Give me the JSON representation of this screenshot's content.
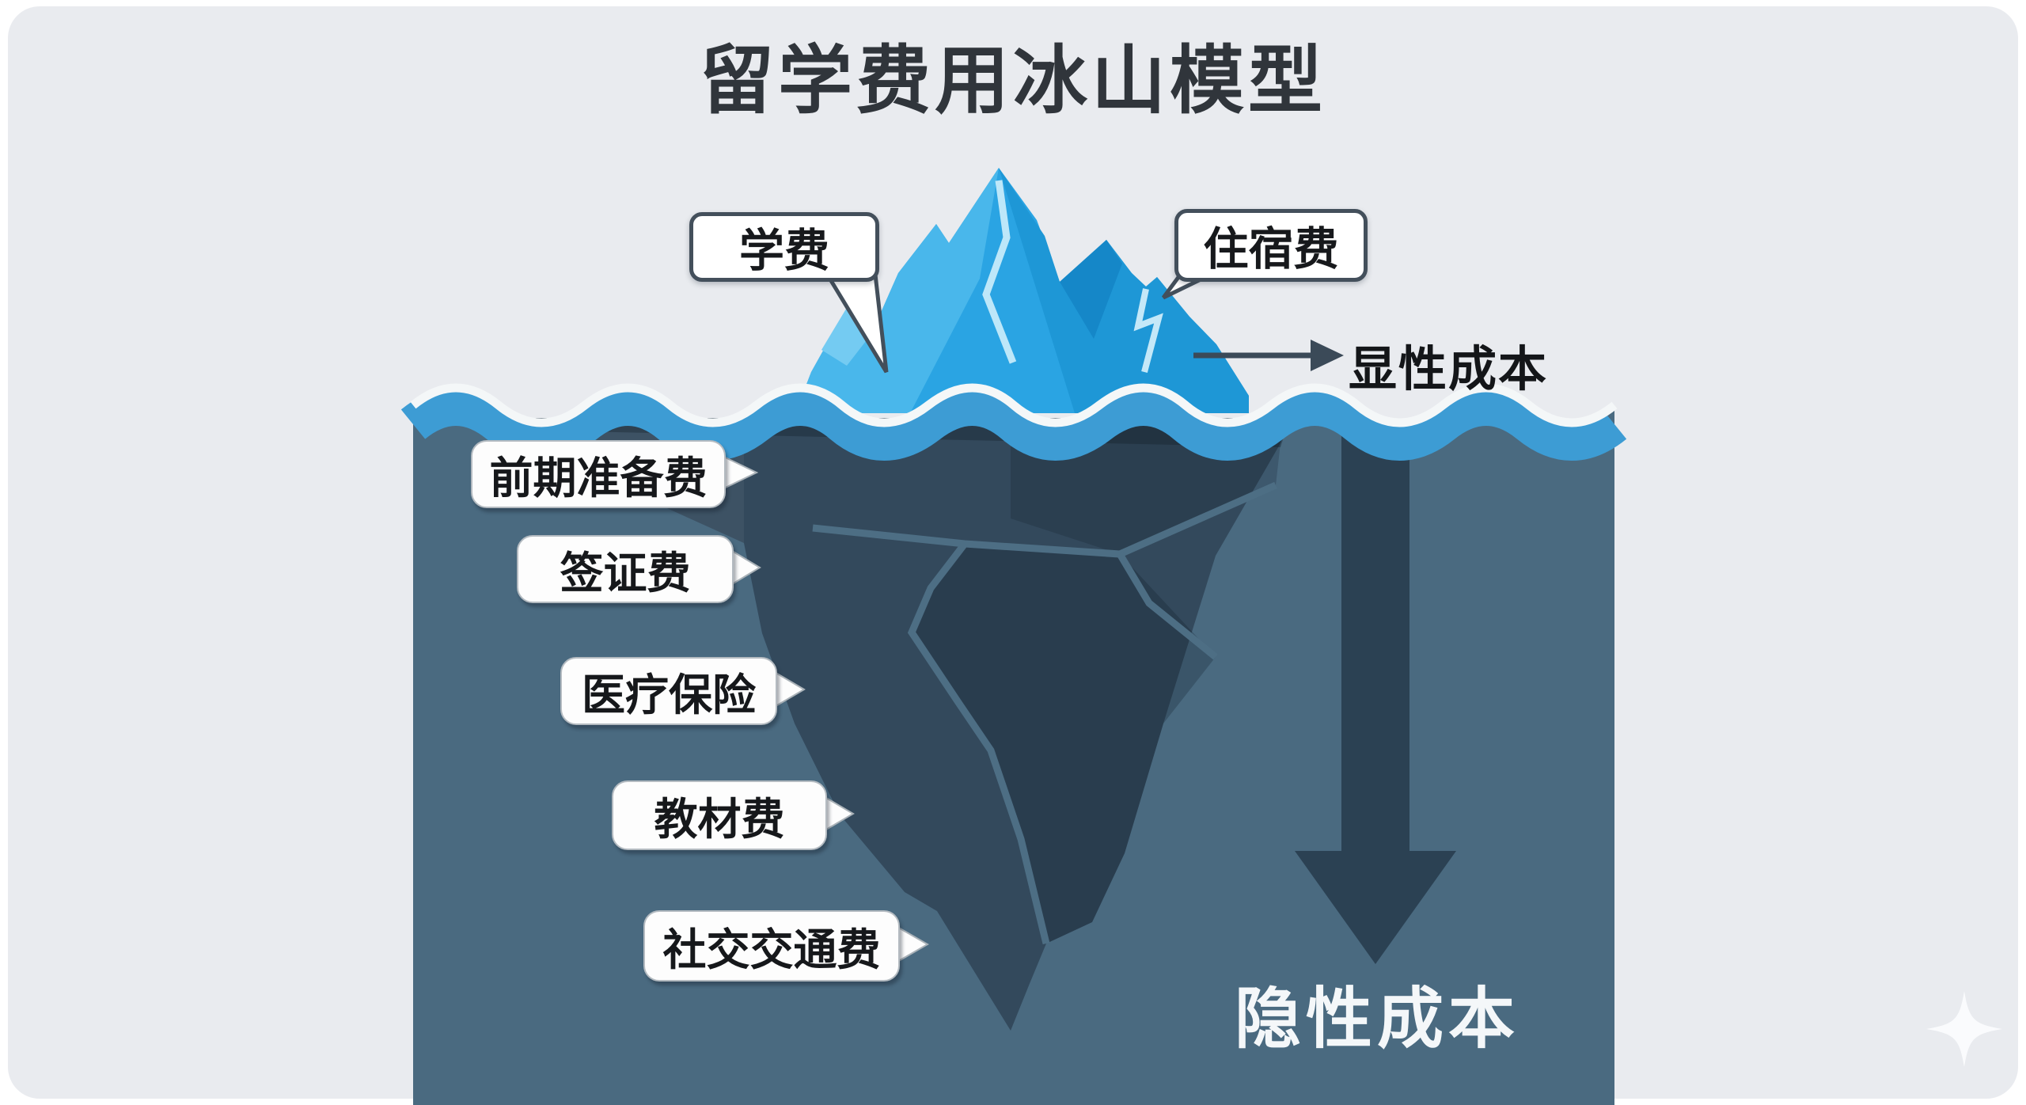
{
  "page": {
    "title": "留学费用冰山模型"
  },
  "above_water": {
    "bubbles": [
      {
        "label": "学费"
      },
      {
        "label": "住宿费"
      }
    ],
    "category_label": "显性成本"
  },
  "below_water": {
    "bubbles": [
      {
        "label": "前期准备费"
      },
      {
        "label": "签证费"
      },
      {
        "label": "医疗保险"
      },
      {
        "label": "教材费"
      },
      {
        "label": "社交交通费"
      }
    ],
    "category_label": "隐性成本"
  },
  "icons": {
    "sparkle": "four-point-star"
  },
  "colors": {
    "card_background": "#e9ebef",
    "iceberg_top": "#2aa4e3",
    "iceberg_top_light": "#49b7eb",
    "iceberg_top_dark": "#1e97d6",
    "wave_foam": "#f4f7f8",
    "wave_band": "#3d9cd4",
    "water": "#4a6a80",
    "iceberg_submerged": "#33495c",
    "hidden_arrow": "#2b4153",
    "bubble_border": "#434f5b",
    "text_dark": "#17191c",
    "text_light": "#f4f7f9"
  }
}
